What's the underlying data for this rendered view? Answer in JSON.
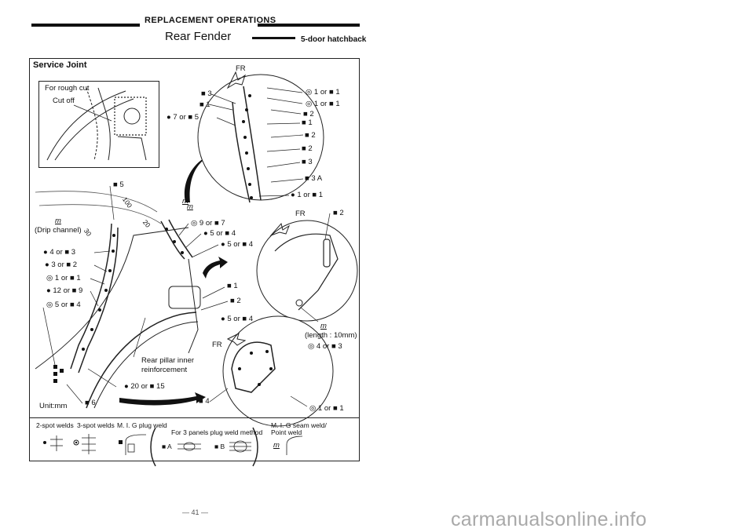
{
  "header": {
    "section": "REPLACEMENT OPERATIONS",
    "title": "Rear Fender",
    "variant": "5-door hatchback"
  },
  "figure": {
    "frame_label": "Service Joint",
    "inset": {
      "title": "For rough cut",
      "cut_label": "Cut off"
    },
    "unit": "Unit:mm",
    "top_callouts": {
      "fr": "FR",
      "left": [
        "■ 3",
        "■ 1",
        "● 7 or ■ 5"
      ],
      "right": [
        "◎ 1 or ■ 1",
        "◎ 1 or ■ 1",
        "■ 2",
        "■ 1",
        "■ 2",
        "■ 2",
        "■ 3",
        "■ 3 A",
        "● 1 or ■ 1"
      ]
    },
    "main_callouts": {
      "five": "■ 5",
      "dim_100": "100",
      "dim_20": "20",
      "dim_30": "30",
      "seam_a": "m",
      "seam_b": "m",
      "seam_c": "m",
      "drip": "(Drip channel)",
      "left": [
        "● 4 or ■ 3",
        "● 3 or ■ 2",
        "◎ 1 or ■ 1",
        "● 12 or ■ 9",
        "◎ 5 or ■ 4"
      ],
      "mid": [
        "◎ 9 or ■ 7",
        "● 5 or ■ 4",
        "● 5 or ■ 4"
      ],
      "arch": [
        "■ 1",
        "■ 2"
      ],
      "reinforcement": [
        "Rear pillar inner",
        "reinforcement"
      ],
      "bottom": [
        "● 20 or ■ 15",
        "■ 6"
      ]
    },
    "right_circle": {
      "fr": "FR",
      "top": "■ 2",
      "seam": "m",
      "length": "(length : 10mm)",
      "weld": "◎ 4 or ■ 3"
    },
    "bottom_circle": {
      "top": "● 5 or ■ 4",
      "fr": "FR",
      "left": "■ 4",
      "bottom": "◎ 1 or ■ 1"
    },
    "legend": {
      "spot2": "2-spot welds",
      "spot3": "3-spot welds",
      "plug": "M. I. G plug weld",
      "panels": "For 3 panels plug weld method",
      "a": "■ A",
      "b": "■ B",
      "seam1": "M. I. G seam weld/",
      "seam2": "Point weld",
      "seam_sym": "m"
    }
  },
  "footer": {
    "page": "— 41 —"
  },
  "watermark": "carmanualsonline.info"
}
